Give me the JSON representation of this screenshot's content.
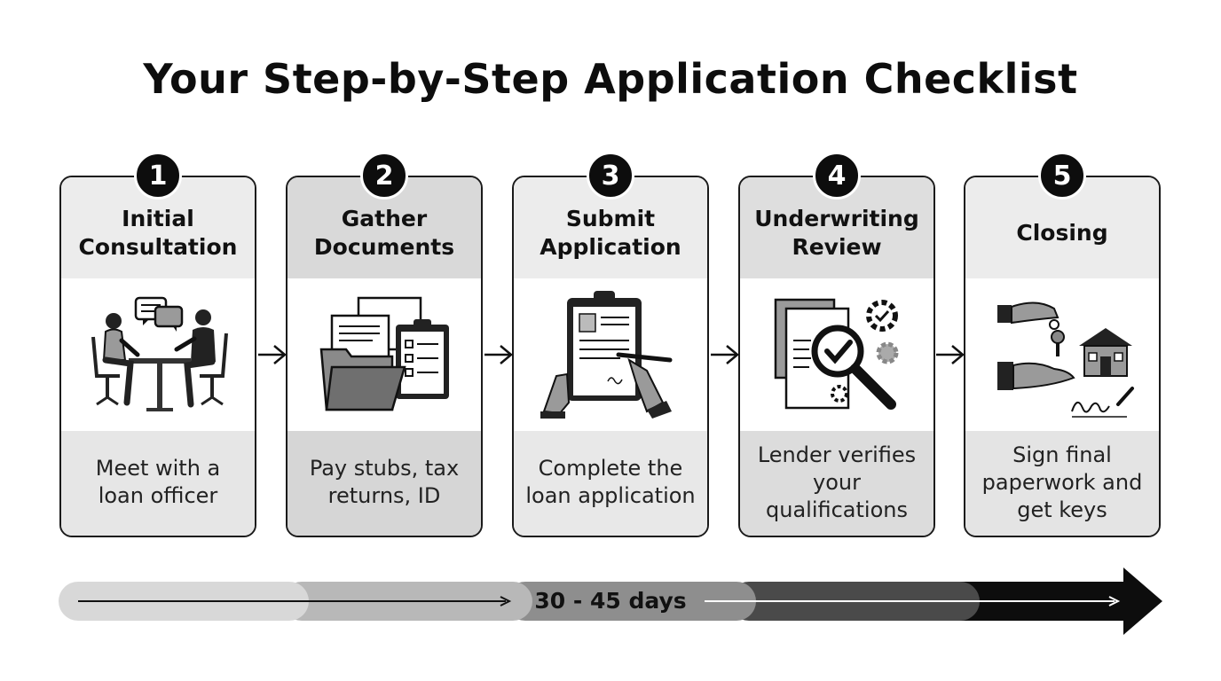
{
  "title": "Your Step-by-Step Application Checklist",
  "steps": [
    {
      "number": "1",
      "title": "Initial\nConsultation",
      "description": "Meet with a\nloan officer",
      "header_bg": "#ececec",
      "desc_bg": "#e6e6e6"
    },
    {
      "number": "2",
      "title": "Gather\nDocuments",
      "description": "Pay stubs, tax\nreturns, ID",
      "header_bg": "#d9d9d9",
      "desc_bg": "#d6d6d6"
    },
    {
      "number": "3",
      "title": "Submit\nApplication",
      "description": "Complete the\nloan application",
      "header_bg": "#ececec",
      "desc_bg": "#e8e8e8"
    },
    {
      "number": "4",
      "title": "Underwriting\nReview",
      "description": "Lender verifies\nyour\nqualifications",
      "header_bg": "#dedede",
      "desc_bg": "#dcdcdc"
    },
    {
      "number": "5",
      "title": "Closing",
      "description": "Sign final\npaperwork and\nget keys",
      "header_bg": "#ececec",
      "desc_bg": "#e4e4e4"
    }
  ],
  "timeline": {
    "label": "30 - 45 days",
    "segment_colors": [
      "#d8d8d8",
      "#b8b8b8",
      "#8e8e8e",
      "#4a4a4a",
      "#0d0d0d"
    ]
  }
}
